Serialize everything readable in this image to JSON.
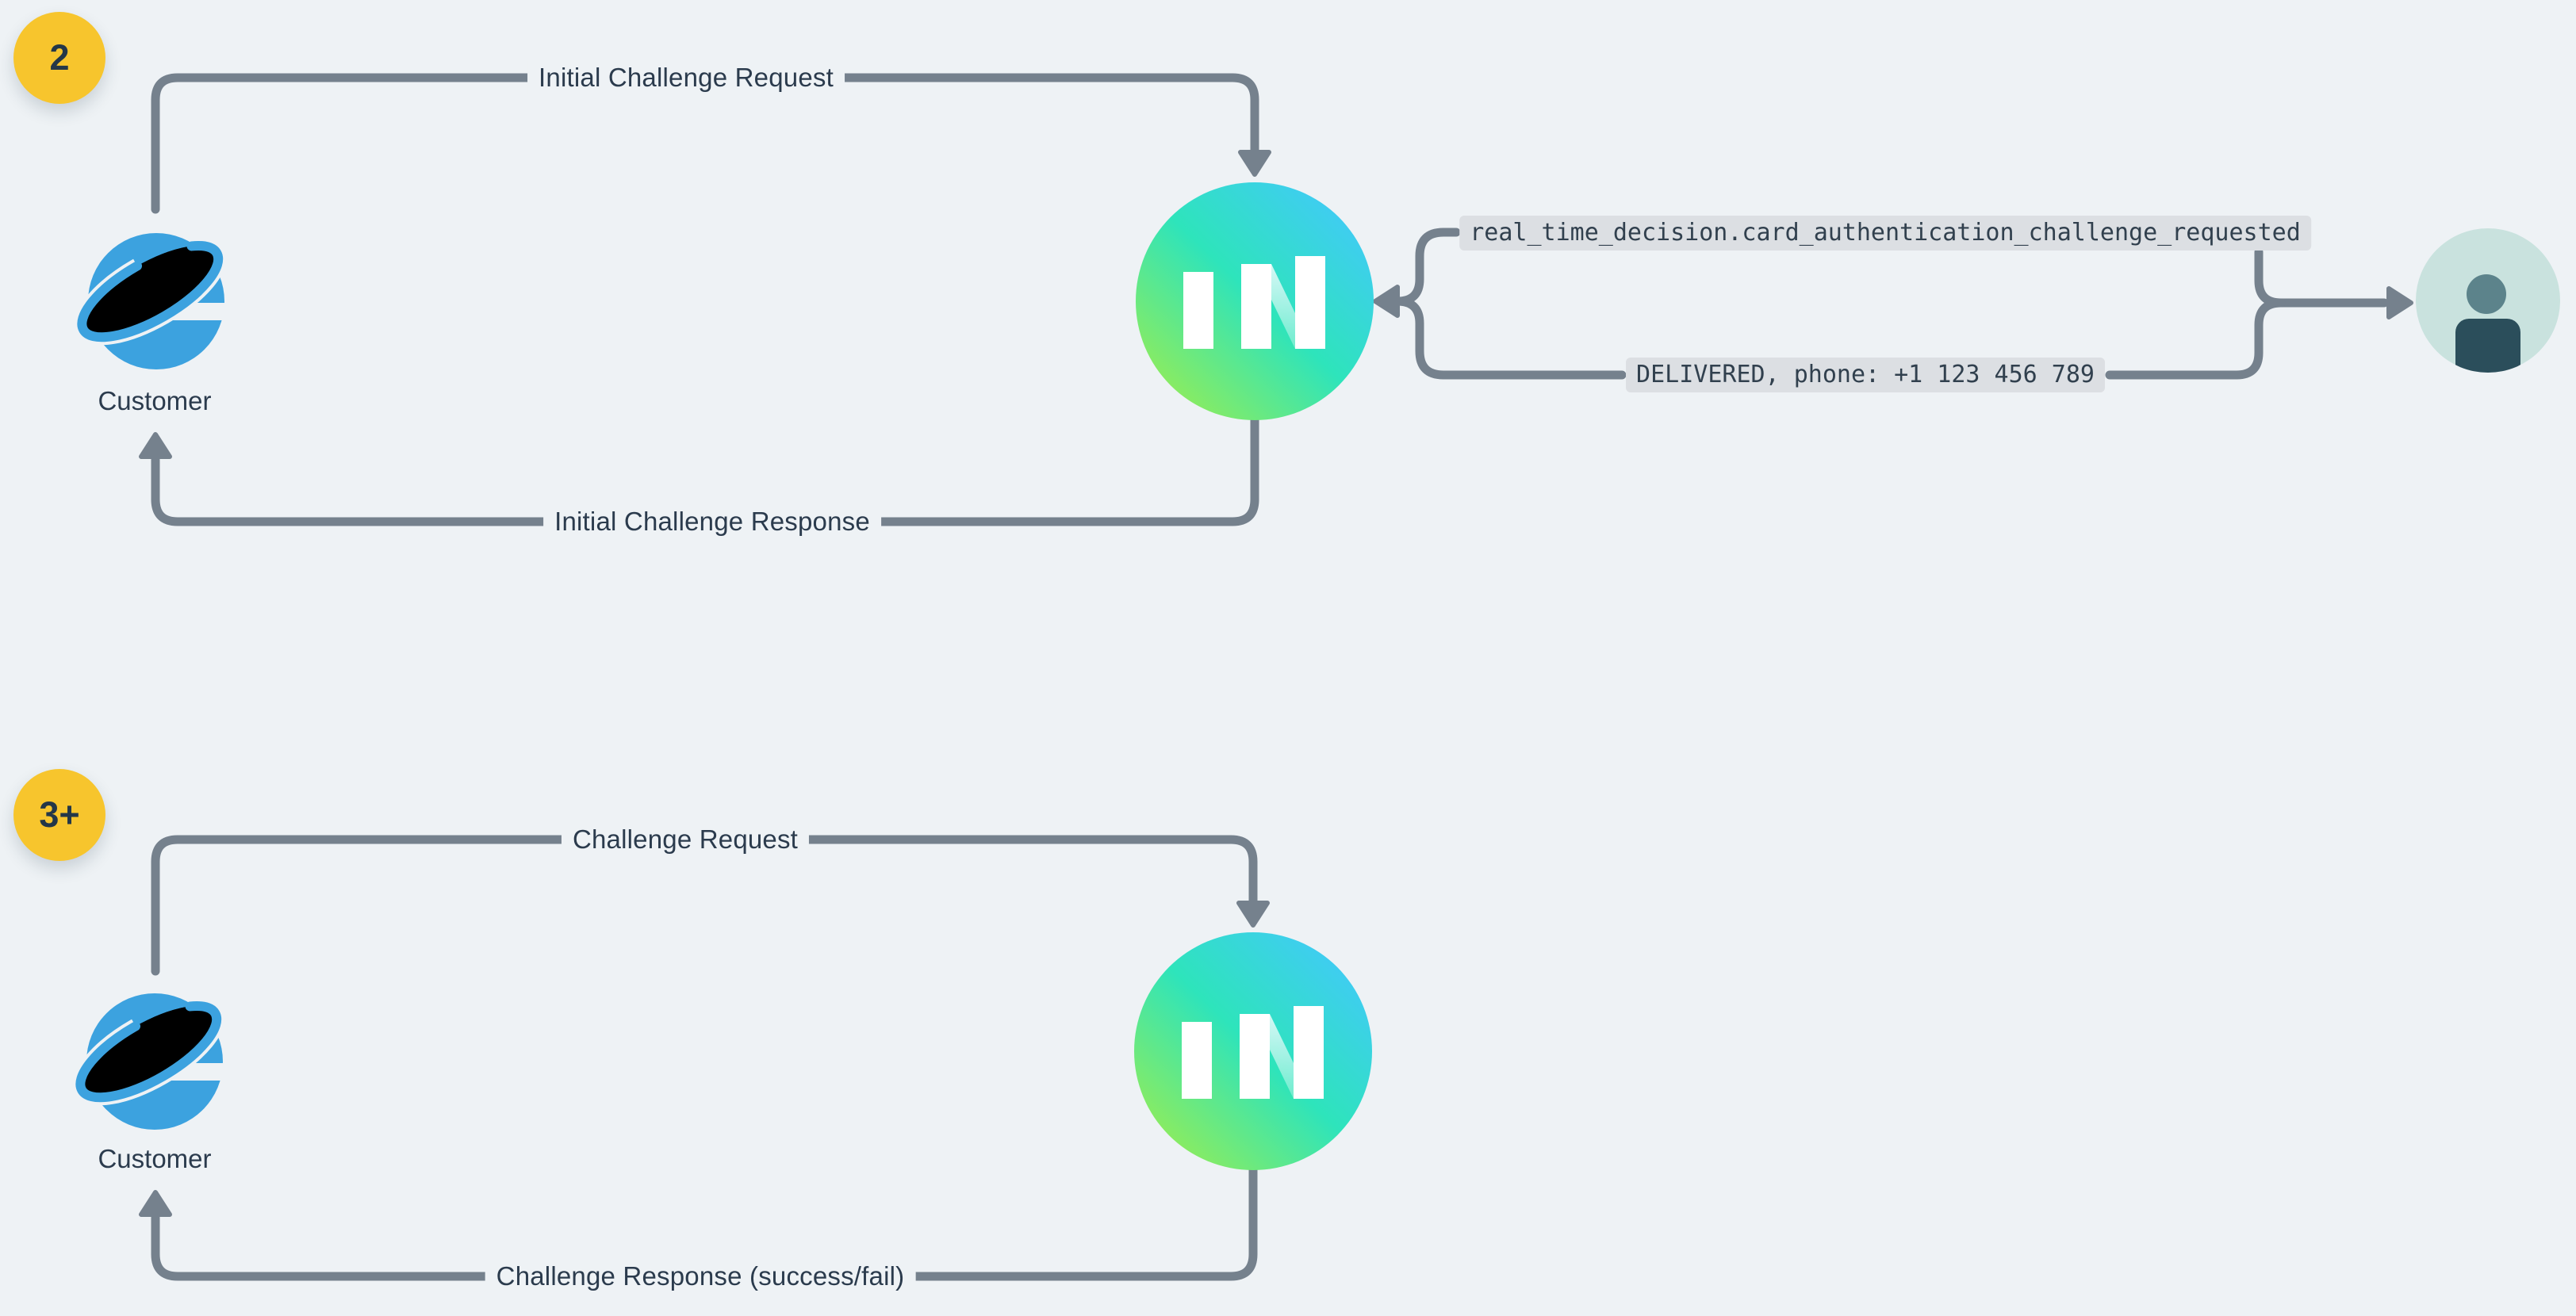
{
  "colors": {
    "background": "#eef2f5",
    "line": "#75818d",
    "label_text": "#2b3b4d",
    "chip_bg": "#dcdfe3",
    "chip_text": "#31404e",
    "badge_bg": "#f7c52d",
    "badge_text": "#243748",
    "ie_blue": "#3ca2df",
    "increase_gradient_top": "#3fcdf1",
    "increase_gradient_mid": "#2ee4bb",
    "increase_gradient_bottom": "#8dec5e",
    "avatar_bg": "#c9e2de",
    "avatar_head": "#5c838b",
    "avatar_body": "#2b4e5b"
  },
  "flow2": {
    "badge": "2",
    "request_label": "Initial Challenge Request",
    "response_label": "Initial Challenge Response",
    "customer_label": "Customer",
    "webhook_event": "real_time_decision.card_authentication_challenge_requested",
    "sms_status": "DELIVERED, phone: +1 123 456 789",
    "logo_letters": "IN"
  },
  "flow3": {
    "badge": "3+",
    "request_label": "Challenge Request",
    "response_label": "Challenge Response (success/fail)",
    "customer_label": "Customer",
    "logo_letters": "IN"
  }
}
